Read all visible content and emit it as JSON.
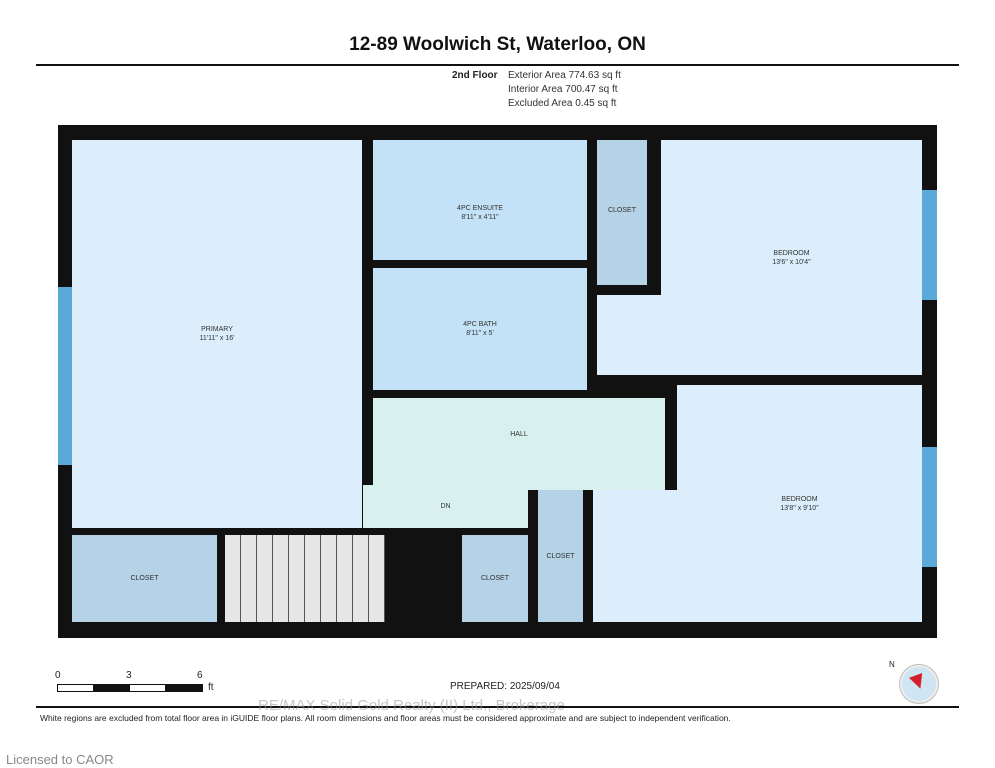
{
  "header": {
    "title": "12-89 Woolwich St, Waterloo, ON",
    "floor": "2nd Floor",
    "areas": [
      "Exterior Area 774.63 sq ft",
      "Interior Area 700.47 sq ft",
      "Excluded Area 0.45 sq ft"
    ]
  },
  "rooms": {
    "primary": {
      "name": "PRIMARY",
      "dims": "11'11\" x 16'"
    },
    "ensuite": {
      "name": "4PC ENSUITE",
      "dims": "8'11\" x 4'11\""
    },
    "closet_top": {
      "name": "CLOSET"
    },
    "bedroom1": {
      "name": "BEDROOM",
      "dims": "13'6\" x 10'4\""
    },
    "bath": {
      "name": "4PC BATH",
      "dims": "8'11\" x 5'"
    },
    "hall": {
      "name": "HALL"
    },
    "dn": {
      "name": "DN"
    },
    "bedroom2": {
      "name": "BEDROOM",
      "dims": "13'8\" x 9'10\""
    },
    "closet_left": {
      "name": "CLOSET"
    },
    "closet_mid": {
      "name": "CLOSET"
    },
    "closet_right": {
      "name": "CLOSET"
    }
  },
  "scale": {
    "ticks": [
      "0",
      "3",
      "6"
    ],
    "unit": "ft"
  },
  "prepared": "PREPARED: 2025/09/04",
  "watermark": "RE/MAX Solid Gold Realty (II) Ltd., Brokerage",
  "disclaimer": "White regions are excluded from total floor area in iGUIDE floor plans. All room dimensions and floor areas must be considered approximate and are subject to independent verification.",
  "license": "Licensed to CAOR",
  "compass": {
    "label": "N"
  },
  "colors": {
    "room": "#dceefb",
    "bath": "#c3e2f7",
    "closet": "#b5d2e6",
    "hall": "#d8f1ee",
    "window": "#5aa9d8",
    "wall": "#111111"
  }
}
